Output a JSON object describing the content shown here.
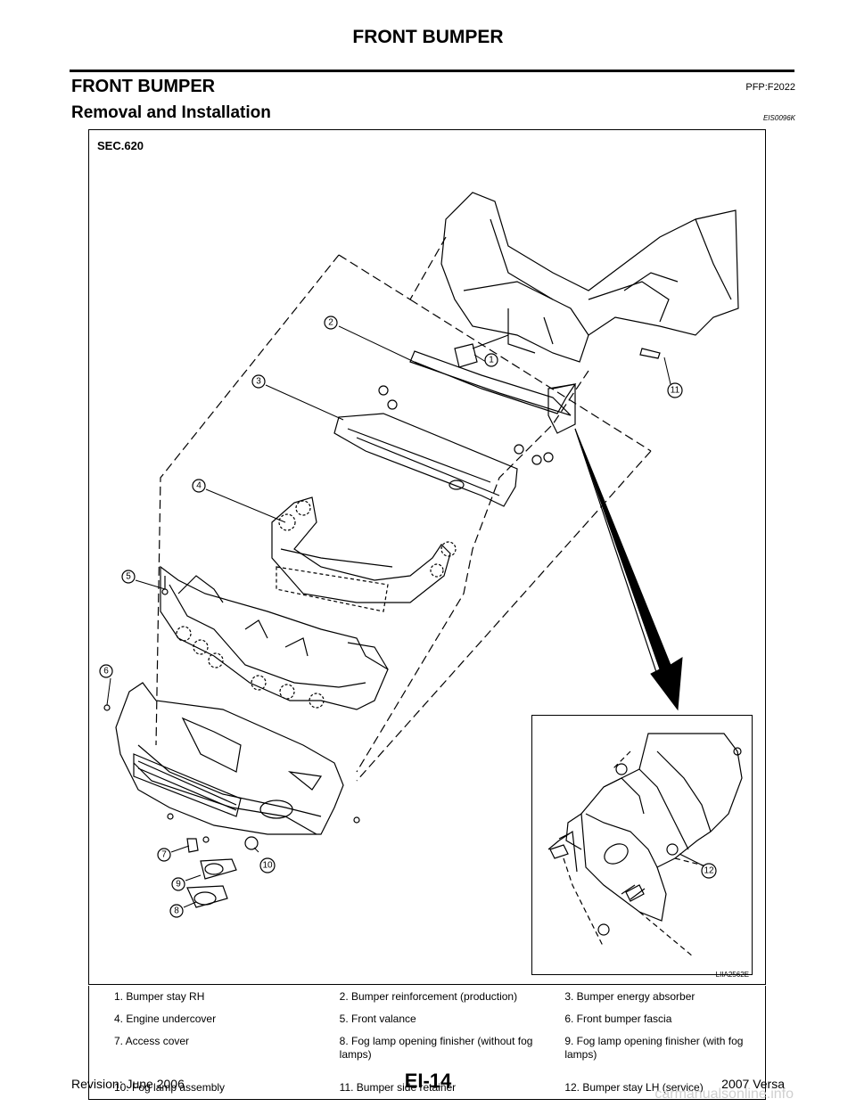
{
  "header": {
    "title": "FRONT BUMPER"
  },
  "section": {
    "title": "FRONT BUMPER",
    "code": "PFP:F2022"
  },
  "subsection": {
    "title": "Removal and Installation",
    "code": "EIS0096K"
  },
  "figure": {
    "sec_label": "SEC.620",
    "code": "LIIA2562E",
    "callouts": [
      "1",
      "2",
      "3",
      "4",
      "5",
      "6",
      "7",
      "8",
      "9",
      "10",
      "11",
      "12"
    ]
  },
  "legend": {
    "rows": [
      [
        "1.   Bumper stay RH",
        "2.   Bumper reinforcement (production)",
        "3.   Bumper energy absorber"
      ],
      [
        "4.   Engine undercover",
        "5.   Front valance",
        "6.   Front bumper fascia"
      ],
      [
        "7.   Access cover",
        "8.   Fog lamp opening finisher (without fog lamps)",
        "9.   Fog lamp opening finisher (with fog lamps)"
      ],
      [
        "10. Fog lamp assembly",
        "11. Bumper side retainer",
        "12. Bumper stay LH (service)"
      ]
    ]
  },
  "footer": {
    "revision": "Revision: June 2006",
    "page": "EI-14",
    "model": "2007 Versa"
  },
  "watermark": "carmanualsonline.info"
}
